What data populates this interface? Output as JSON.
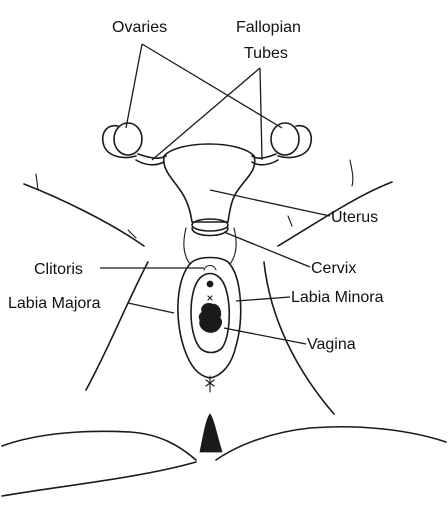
{
  "labels": {
    "ovaries": "Ovaries",
    "fallopian_line1": "Fallopian",
    "fallopian_line2": "Tubes",
    "uterus": "Uterus",
    "cervix": "Cervix",
    "clitoris": "Clitoris",
    "labia_majora": "Labia Majora",
    "labia_minora": "Labia Minora",
    "vagina": "Vagina"
  },
  "colors": {
    "ink": "#1a1a1a",
    "background": "#ffffff"
  }
}
